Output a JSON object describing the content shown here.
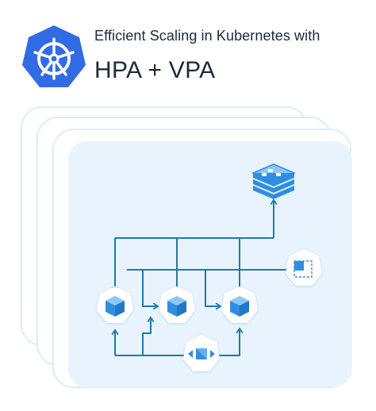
{
  "header": {
    "subtitle": "Efficient Scaling in Kubernetes with",
    "title": "HPA + VPA"
  },
  "logo": {
    "icon": "kubernetes-helm-wheel-icon",
    "color": "#326ce5"
  },
  "diagram": {
    "colors": {
      "line": "#1f7aa6",
      "panel_fill": "#e8f3fd",
      "panel_border": "#d6eafa",
      "stack_fill": "#ffffff",
      "cube": "#2f8ee0",
      "cube_light": "#8fc6f5",
      "node_fill": "#ffffff"
    },
    "nodes": [
      {
        "id": "database",
        "icon": "database-stack-icon"
      },
      {
        "id": "vpa-resize",
        "icon": "resize-box-icon"
      },
      {
        "id": "pod-1",
        "icon": "cube-icon"
      },
      {
        "id": "pod-2",
        "icon": "cube-icon"
      },
      {
        "id": "pod-3",
        "icon": "cube-icon"
      },
      {
        "id": "hpa-scaler",
        "icon": "horizontal-scale-icon"
      }
    ]
  }
}
